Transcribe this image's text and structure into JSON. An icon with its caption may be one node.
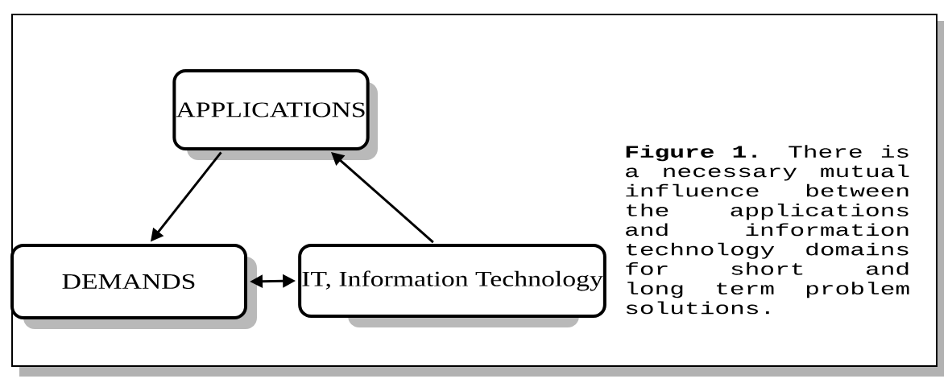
{
  "diagram": {
    "caption": "**Figure 1.** There is a necessary mutual influence between the applications and information technology domains for short and long term problem solutions.",
    "nodes": [
      {
        "text": [
          "APPLICATIONS"
        ]
      },
      {
        "text": [
          "DEMANDS"
        ]
      },
      {
        "text": [
          "IT, Information Technology"
        ]
      }
    ],
    "edges": [
      {
        "from": 0,
        "to": 1,
        "arrow": "to"
      },
      {
        "from": 1,
        "to": 2,
        "arrow": "both"
      },
      {
        "from": 2,
        "to": 0,
        "arrow": "to"
      }
    ]
  }
}
